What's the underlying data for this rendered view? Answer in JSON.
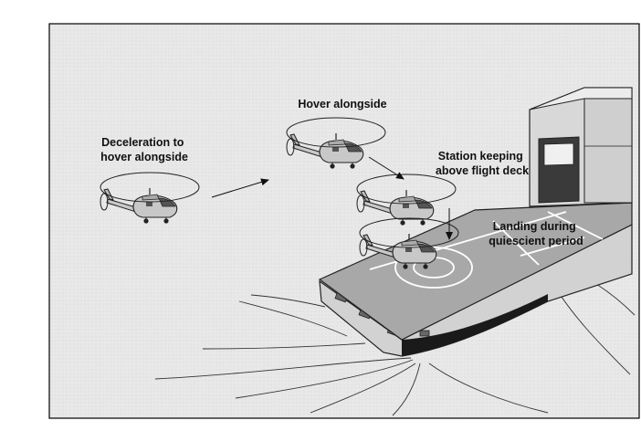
{
  "figure": {
    "labels": {
      "deceleration": [
        "Deceleration to",
        "hover alongside"
      ],
      "hover": [
        "Hover alongside"
      ],
      "station": [
        "Station keeping",
        "above flight deck"
      ],
      "landing": [
        "Landing during",
        "quiescient period"
      ]
    },
    "colors": {
      "panel": "#e6e6e6",
      "deck": "#a8a8a8",
      "hull": "#d2d2d2",
      "hangar": "#d8d8d8",
      "hangar_door": "#3a3a3a",
      "helicopter_body": "#c8c8c8",
      "outline": "#222222",
      "marking": "#ffffff"
    },
    "icons": [
      "helicopter-icon",
      "ship-icon",
      "arrow-icon"
    ]
  }
}
